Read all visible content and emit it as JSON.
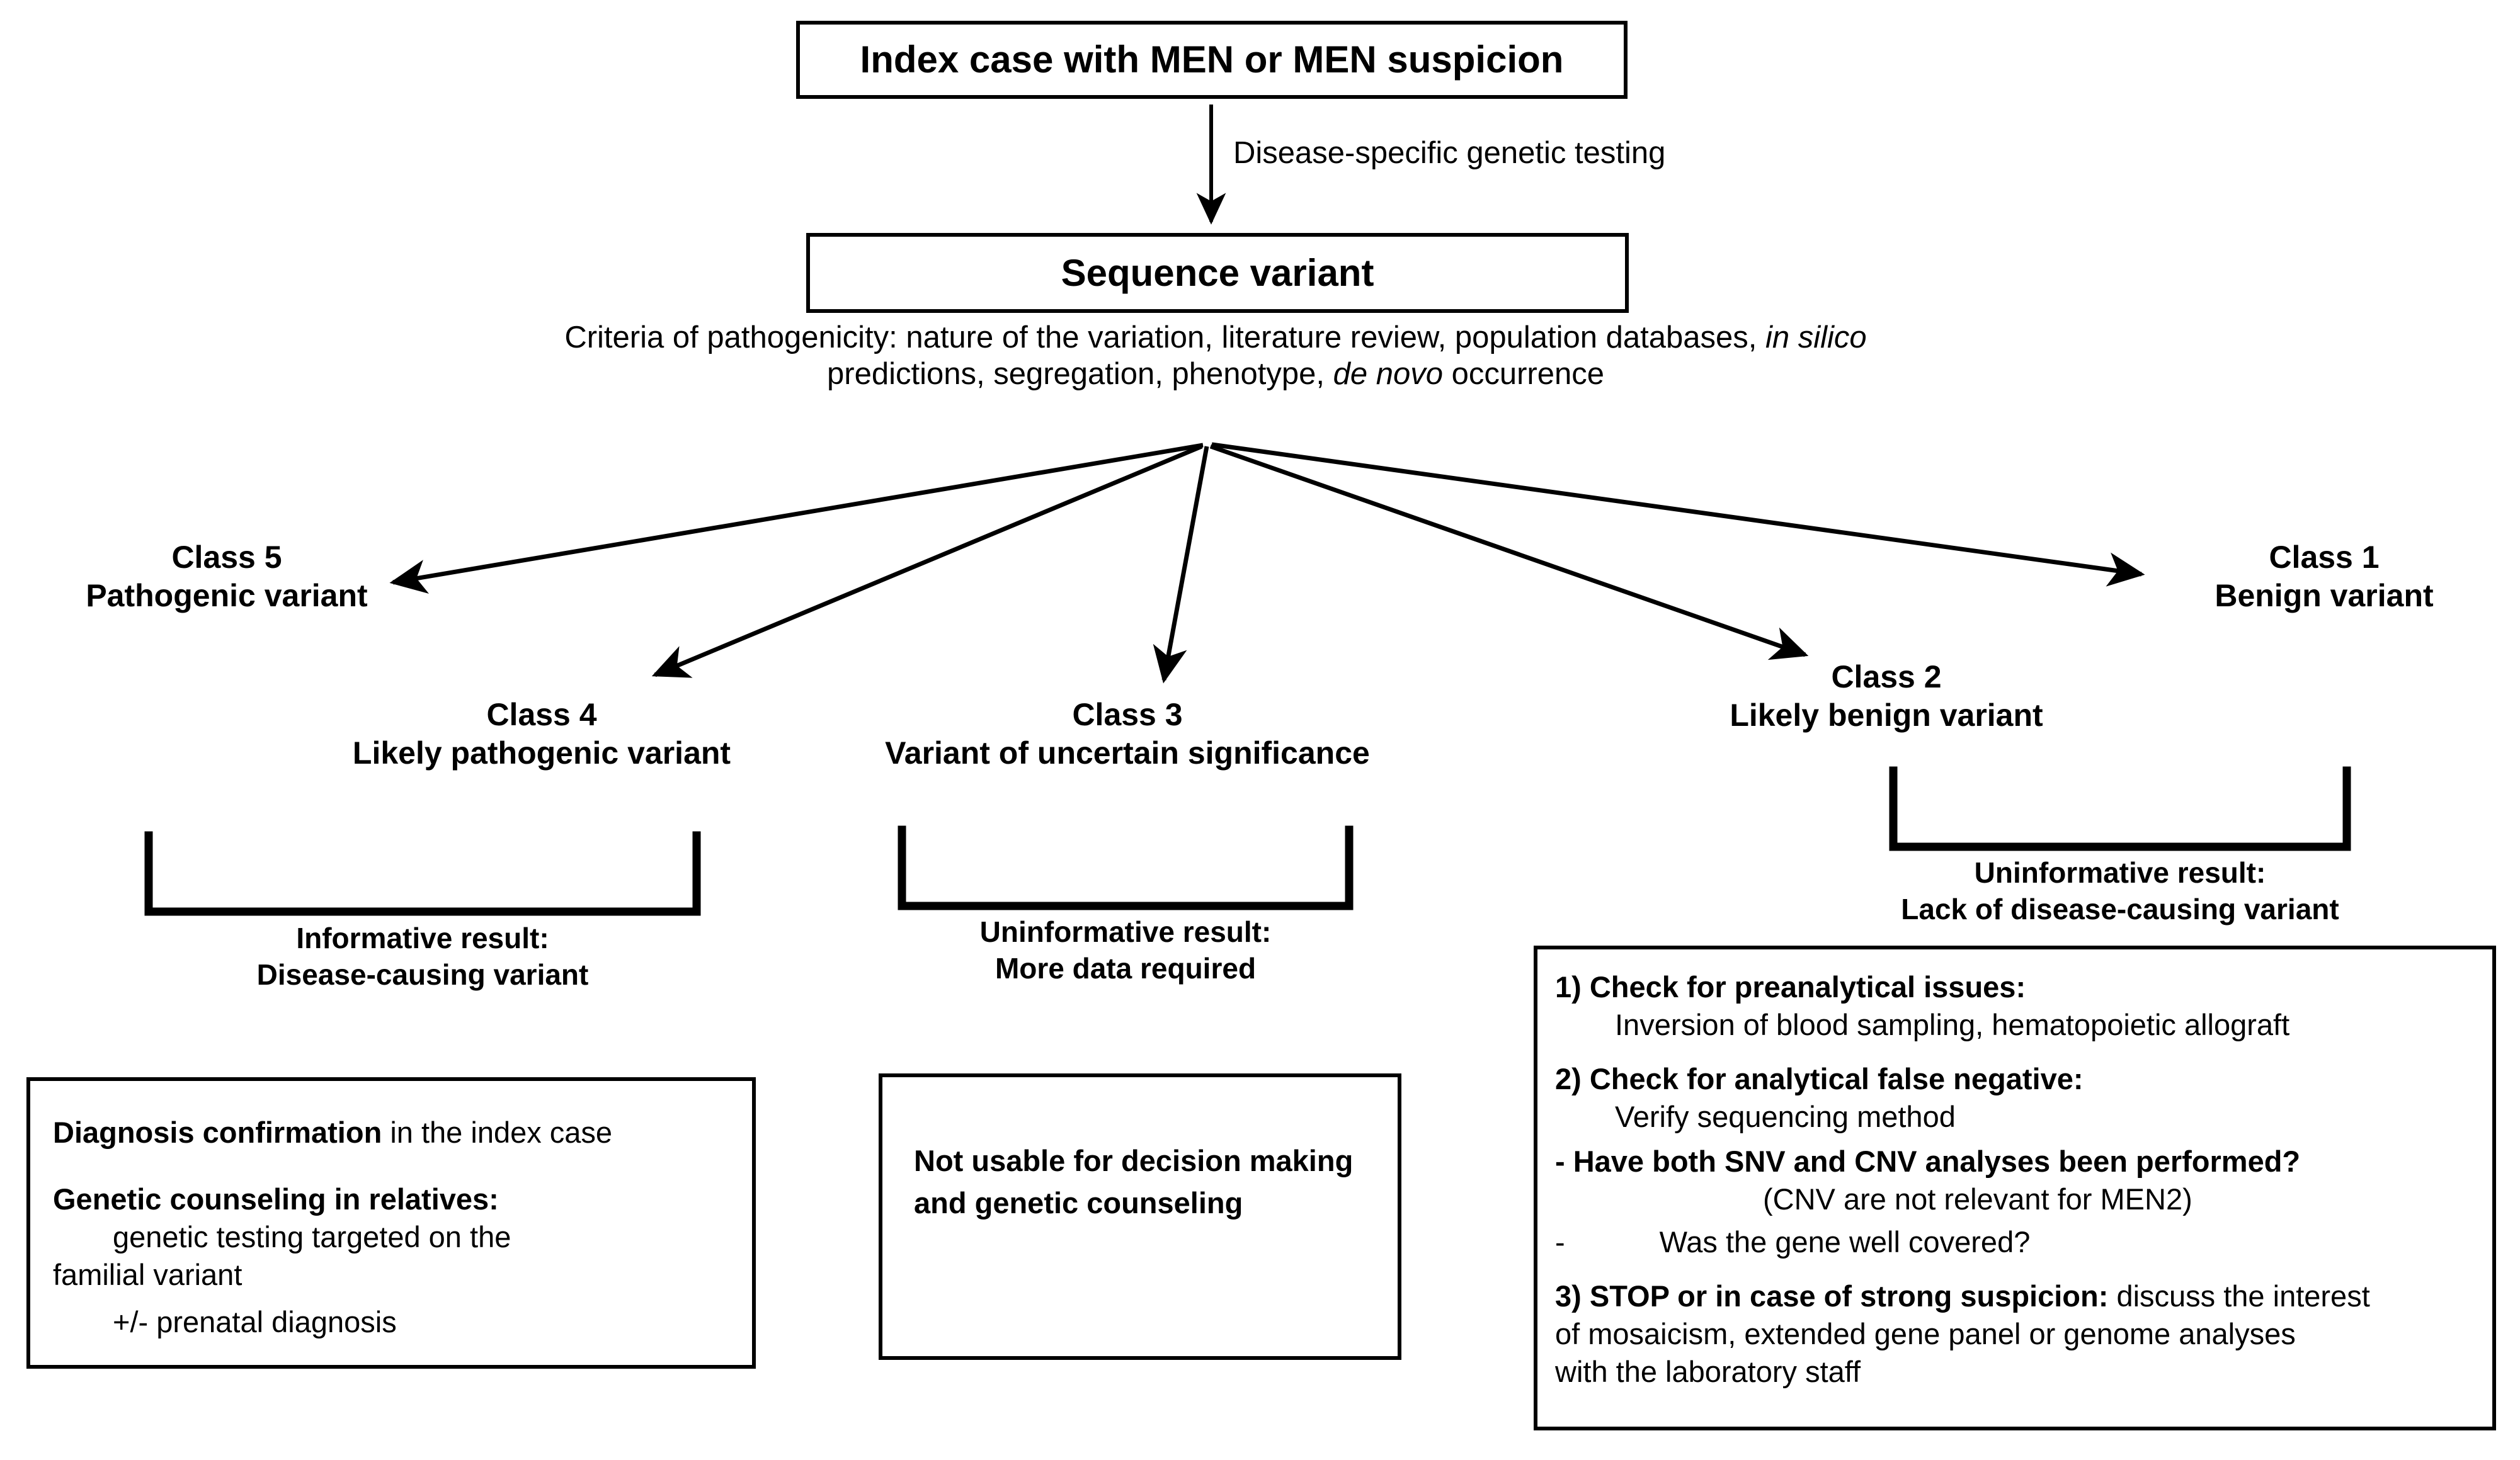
{
  "top": {
    "index_case": "Index case with MEN or MEN suspicion",
    "arrow_label": "Disease-specific genetic testing",
    "sequence_variant": "Sequence variant",
    "criteria_line1_a": "Criteria of pathogenicity: nature of the variation, literature review, population databases, ",
    "criteria_line1_it": "in silico",
    "criteria_line2_a": "predictions, segregation, phenotype, ",
    "criteria_line2_it": "de novo",
    "criteria_line2_b": " occurrence"
  },
  "classes": [
    {
      "name": "Class 5",
      "desc": "Pathogenic variant"
    },
    {
      "name": "Class 4",
      "desc": "Likely pathogenic variant"
    },
    {
      "name": "Class 3",
      "desc": "Variant of uncertain significance"
    },
    {
      "name": "Class 2",
      "desc": "Likely benign variant"
    },
    {
      "name": "Class 1",
      "desc": "Benign variant"
    }
  ],
  "braces": [
    {
      "line1": "Informative result:",
      "line2": "Disease-causing variant"
    },
    {
      "line1": "Uninformative result:",
      "line2": "More data required"
    },
    {
      "line1": "Uninformative result:",
      "line2": "Lack of disease-causing variant"
    }
  ],
  "outcome_left": {
    "l1_bold": "Diagnosis confirmation",
    "l1_rest": " in the index case",
    "l2_bold": "Genetic counseling in relatives:",
    "l3": "genetic testing targeted on the",
    "l4": "familial variant",
    "l5": "+/- prenatal diagnosis"
  },
  "outcome_middle": {
    "text": "Not usable for decision making and genetic counseling"
  },
  "outcome_right": {
    "s1_bold": "1) Check for preanalytical issues:",
    "s1_sub": "Inversion of blood sampling, hematopoietic allograft",
    "s2_bold": "2) Check for analytical false negative:",
    "s2_sub": "Verify sequencing method",
    "s2_b1": "- Have both SNV and CNV analyses been performed?",
    "s2_b1_note": "(CNV are not relevant for MEN2)",
    "s2_b2_dash": "-",
    "s2_b2": "Was the gene well covered?",
    "s3_bold": "3) STOP or in case of strong suspicion:",
    "s3_rest": " discuss the interest",
    "s3_l2": "of mosaicism, extended gene panel or genome analyses",
    "s3_l3": "with the laboratory staff"
  },
  "colors": {
    "ink": "#000000",
    "paper": "#ffffff"
  }
}
